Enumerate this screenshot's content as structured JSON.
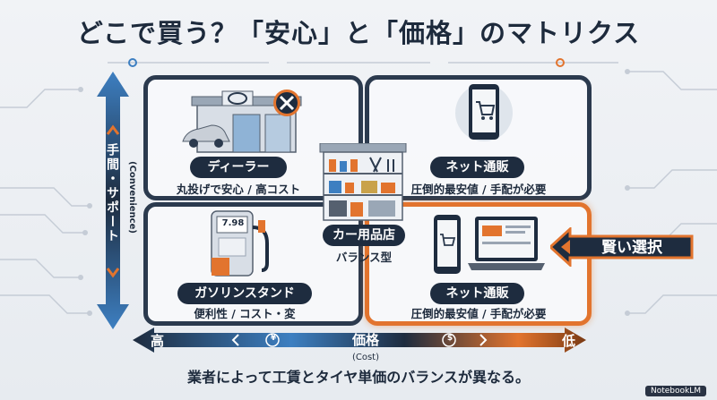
{
  "title": "どこで買う？「安心」と「価格」のマトリクス",
  "vertical_axis": {
    "label": "手間・サポート",
    "sublabel": "(Convenience)"
  },
  "horizontal_axis": {
    "high": "高",
    "center": "価格",
    "low": "低",
    "sublabel": "(Cost)",
    "yen_icon": "¥",
    "dollar_icon": "$"
  },
  "quadrants": {
    "top_left": {
      "name": "ディーラー",
      "desc": "丸投げで安心 / 高コスト"
    },
    "top_right": {
      "name": "ネット通販",
      "desc": "圧倒的最安値 / 手配が必要"
    },
    "bottom_left": {
      "name": "ガソリンスタンド",
      "desc": "便利性 / コスト・変",
      "pump_price": "7.98"
    },
    "bottom_right": {
      "name": "ネット通販",
      "desc": "圧倒的最安値 / 手配が必要"
    }
  },
  "center": {
    "name": "カー用品店",
    "desc": "バランス型"
  },
  "callout": {
    "label": "賢い選択"
  },
  "caption": "業者によって工賃とタイヤ単価のバランスが異なる。",
  "watermark": "NotebookLM",
  "colors": {
    "navy": "#1e2c3f",
    "orange": "#e2742e",
    "blue": "#3d7fc1"
  }
}
